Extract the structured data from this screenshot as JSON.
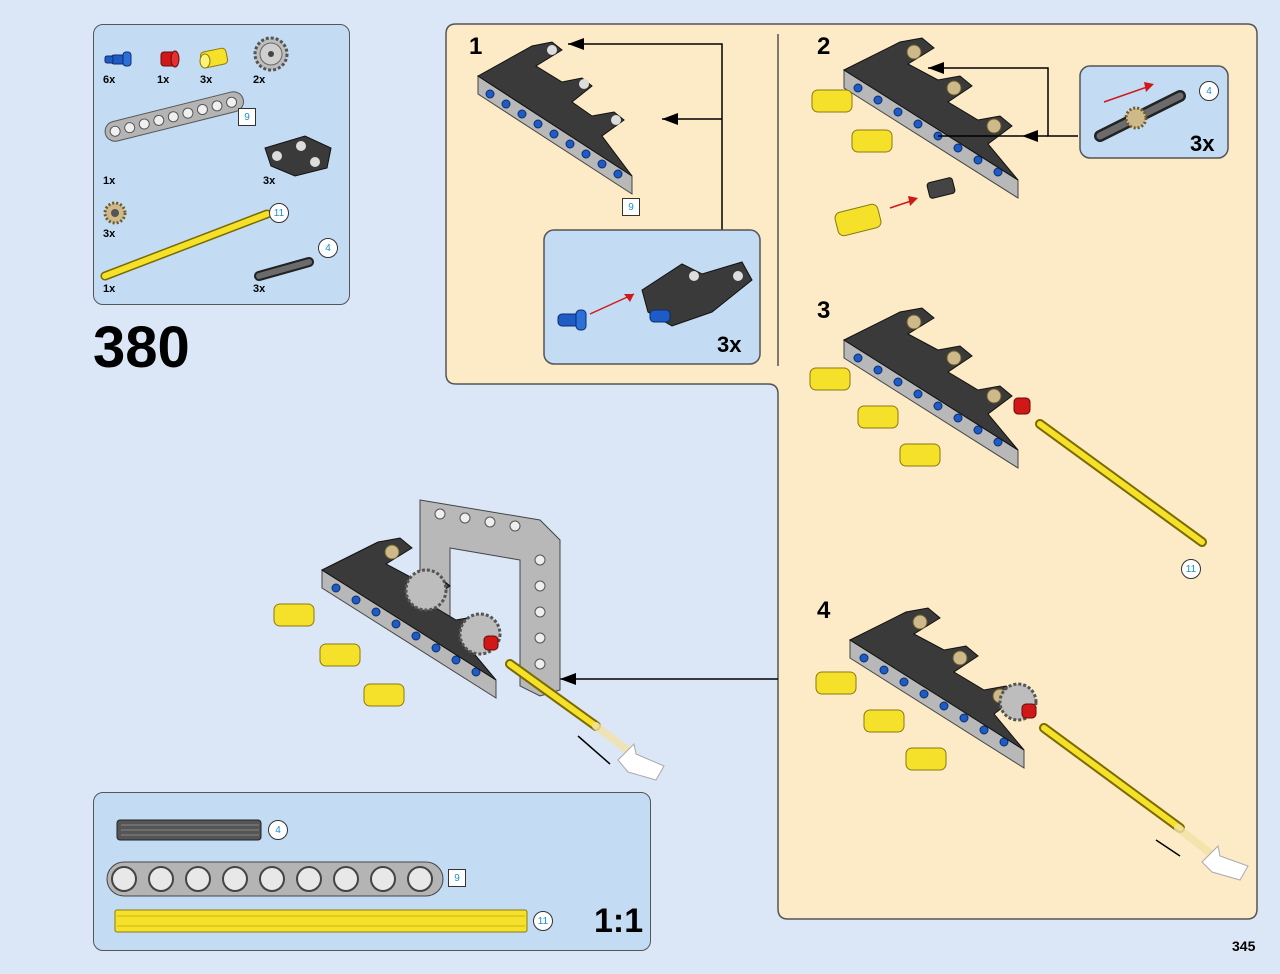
{
  "page_number": "345",
  "step_number": "380",
  "parts_list": {
    "counts": [
      "6x",
      "1x",
      "3x",
      "2x",
      "1x",
      "3x",
      "3x",
      "1x",
      "3x"
    ],
    "beam_length": "9",
    "axle_long_length": "11",
    "axle_short_length": "4"
  },
  "substeps": {
    "s1": {
      "number": "1",
      "beam_length": "9",
      "callout_multiplier": "3x"
    },
    "s2": {
      "number": "2",
      "callout_length": "4",
      "callout_multiplier": "3x"
    },
    "s3": {
      "number": "3",
      "axle_length": "11"
    },
    "s4": {
      "number": "4"
    }
  },
  "scale_box": {
    "axle_short_length": "4",
    "beam_length": "9",
    "axle_long_length": "11",
    "scale_label": "1:1"
  },
  "colors": {
    "background": "#dbe7f7",
    "parts_box": "#c3dcf3",
    "substep_panel": "#fcebc6",
    "yellow": "#f6e12a",
    "black": "#333333",
    "gray": "#a9a9a9",
    "blue": "#1e5bc6",
    "red": "#d01818",
    "tan": "#cdb98a"
  }
}
